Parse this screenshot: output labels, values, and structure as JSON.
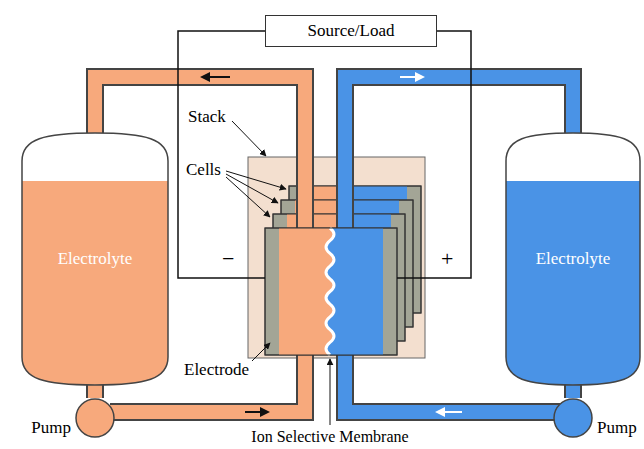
{
  "diagram": {
    "nodes": [
      {
        "text": [
          "Source/Load"
        ]
      },
      {
        "text": [
          "Electrolyte"
        ]
      },
      {
        "text": [
          "Electrolyte"
        ]
      },
      {
        "text": [
          "Pump"
        ]
      },
      {
        "text": [
          "Pump"
        ]
      }
    ],
    "edges": [
      {
        "from": 1,
        "to": 3,
        "arrow": "none"
      },
      {
        "from": 2,
        "to": 4,
        "arrow": "none"
      }
    ],
    "labels": [
      "Stack",
      "Cells",
      "−",
      "+",
      "Electrode",
      "Ion Selective Membrane"
    ]
  }
}
